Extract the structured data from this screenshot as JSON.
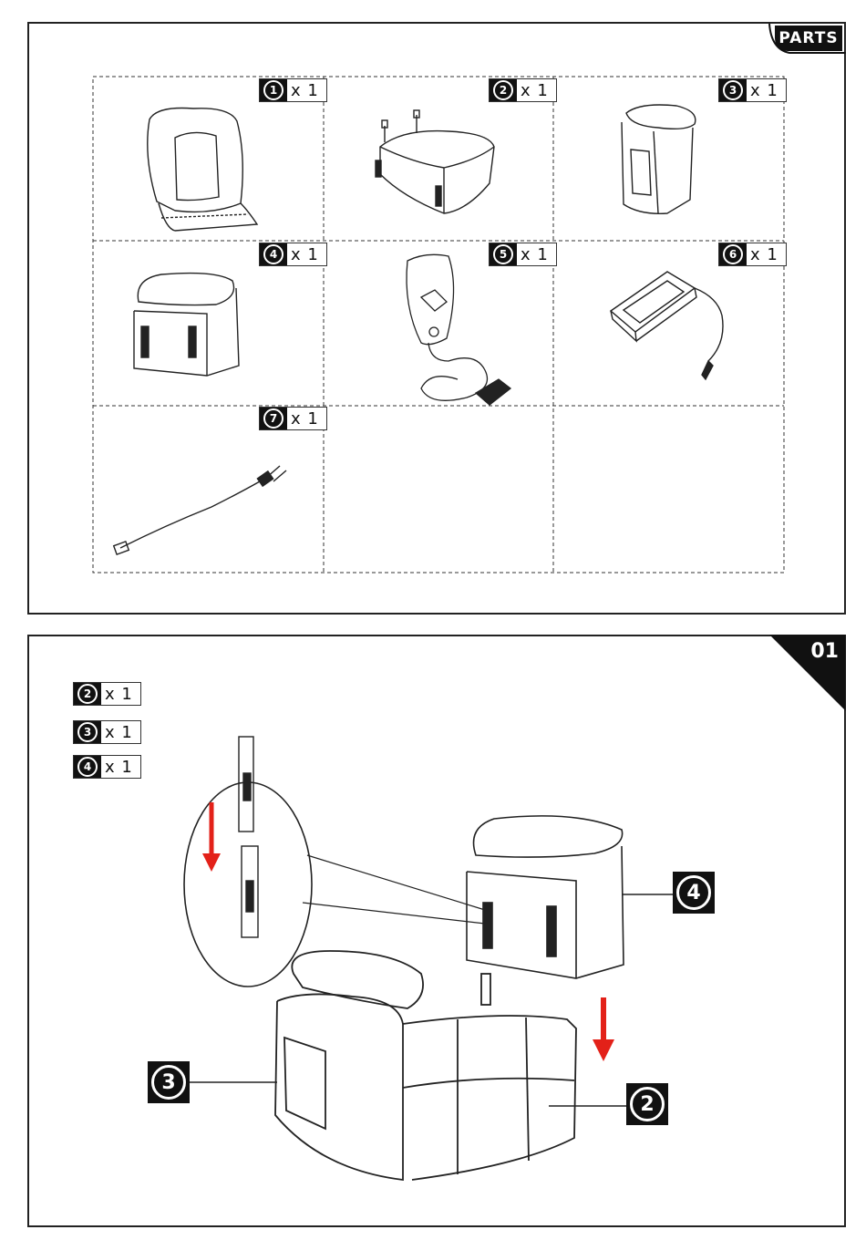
{
  "parts_panel": {
    "tab_label": "PARTS",
    "parts": [
      {
        "number": "1",
        "quantity": "x 1",
        "icon": "seat-back-cushion"
      },
      {
        "number": "2",
        "quantity": "x 1",
        "icon": "seat-base-unit"
      },
      {
        "number": "3",
        "quantity": "x 1",
        "icon": "armrest-side"
      },
      {
        "number": "4",
        "quantity": "x 1",
        "icon": "backrest-with-brackets"
      },
      {
        "number": "5",
        "quantity": "x 1",
        "icon": "hand-controller"
      },
      {
        "number": "6",
        "quantity": "x 1",
        "icon": "power-adapter"
      },
      {
        "number": "7",
        "quantity": "x 1",
        "icon": "power-cord"
      }
    ]
  },
  "step_panel": {
    "step_number": "01",
    "required_parts": [
      {
        "number": "2",
        "quantity": "x 1"
      },
      {
        "number": "3",
        "quantity": "x 1"
      },
      {
        "number": "4",
        "quantity": "x 1"
      }
    ],
    "callouts": [
      {
        "number": "4"
      },
      {
        "number": "3"
      },
      {
        "number": "2"
      }
    ],
    "arrow_color": "#e32119"
  }
}
